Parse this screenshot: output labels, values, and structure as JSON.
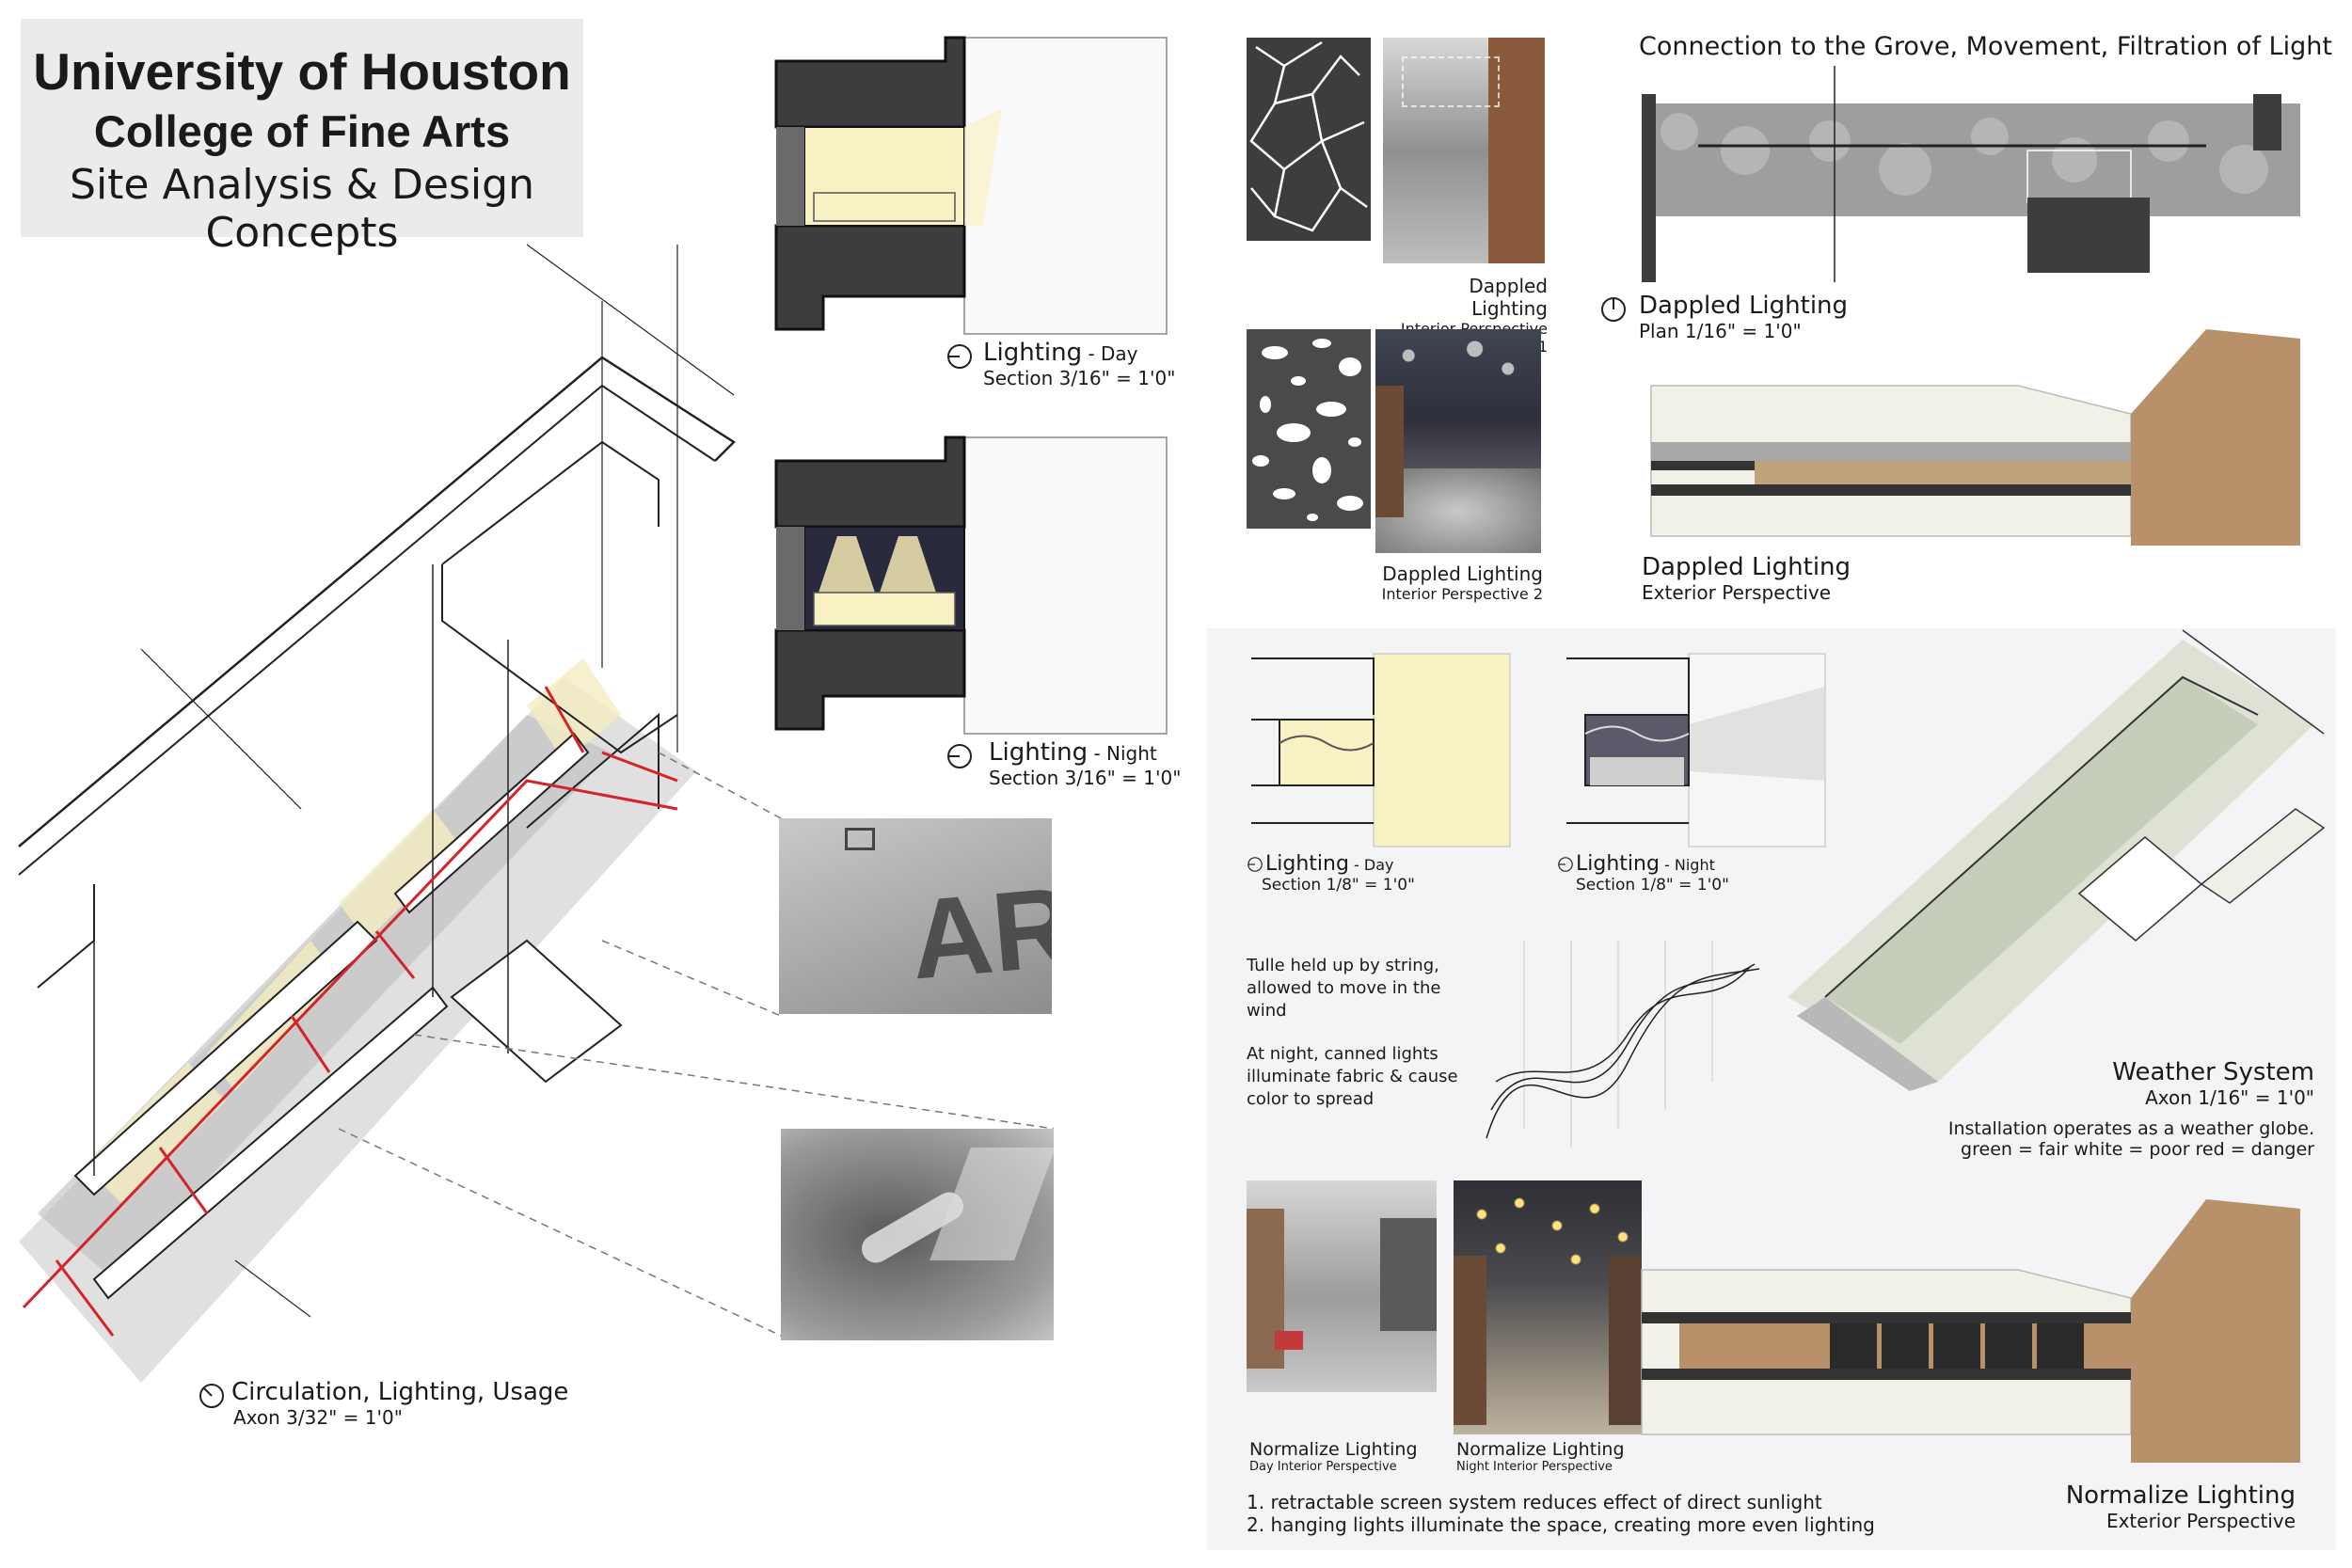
{
  "title": {
    "line1": "University of Houston",
    "line2": "College of Fine Arts",
    "line3": "Site Analysis & Design Concepts"
  },
  "axon": {
    "label": "Circulation, Lighting, Usage",
    "scale": "Axon 3/32\" = 1'0\""
  },
  "section_day_large": {
    "label": "Lighting",
    "suffix": " - Day",
    "scale": "Section 3/16\" = 1'0\""
  },
  "section_night_large": {
    "label": "Lighting",
    "suffix": " - Night",
    "scale": "Section 3/16\" = 1'0\""
  },
  "photos": {
    "art_text": "ART"
  },
  "dappled": {
    "persp1_title": "Dappled Lighting",
    "persp1_sub": "Interior Perspective 1",
    "persp2_title": "Dappled Lighting",
    "persp2_sub": "Interior Perspective 2",
    "plan_heading": "Connection to the Grove, Movement, Filtration of Light",
    "plan_title": "Dappled Lighting",
    "plan_scale": "Plan 1/16\" = 1'0\"",
    "ext_title": "Dappled Lighting",
    "ext_sub": "Exterior Perspective"
  },
  "weather": {
    "day_label": "Lighting",
    "day_suffix": " - Day",
    "day_scale": "Section 1/8\" = 1'0\"",
    "night_label": "Lighting",
    "night_suffix": " - Night",
    "night_scale": "Section 1/8\" = 1'0\"",
    "note1a": "Tulle held up by string,",
    "note1b": "allowed to move in the",
    "note1c": "wind",
    "note2a": "At night, canned lights",
    "note2b": "illuminate fabric & cause",
    "note2c": "color  to spread",
    "title": "Weather System",
    "scale": "Axon 1/16\" = 1'0\"",
    "desc1": "Installation operates as a weather globe.",
    "desc2": "green = fair   white = poor   red = danger"
  },
  "normalize": {
    "day_title": "Normalize Lighting",
    "day_sub": "Day Interior Perspective",
    "night_title": "Normalize Lighting",
    "night_sub": "Night Interior Perspective",
    "point1": "1. retractable screen system reduces effect of direct sunlight",
    "point2": "2. hanging lights illuminate the space, creating more even lighting",
    "ext_title": "Normalize Lighting",
    "ext_sub": "Exterior Perspective"
  },
  "colors": {
    "accent_red": "#d4232a",
    "wall_dark": "#3d3d3f",
    "light_yellow": "#f7f1c4",
    "brick": "#b8916a",
    "panel_bg": "#f4f4f6"
  },
  "icons": [
    "north-arrow-icon",
    "section-marker-icon"
  ]
}
